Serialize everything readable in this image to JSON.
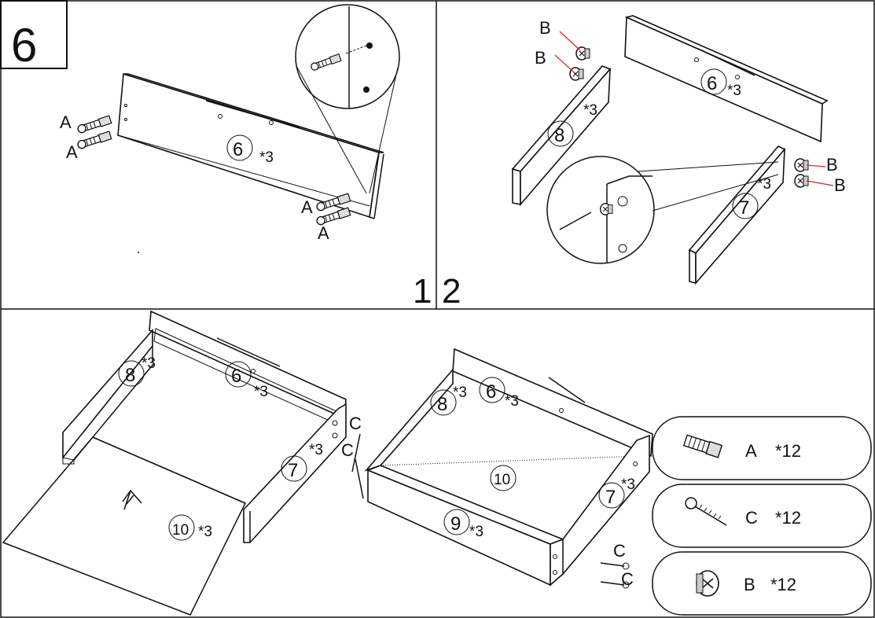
{
  "step_number": "6",
  "substeps": [
    "1",
    "2"
  ],
  "panel1": {
    "part_label": "6",
    "part_mult": "*3",
    "fittings": [
      "A",
      "A",
      "A",
      "A"
    ]
  },
  "panel2": {
    "parts": [
      {
        "label": "6",
        "mult": "*3"
      },
      {
        "label": "8",
        "mult": "*3"
      },
      {
        "label": "7",
        "mult": "*3"
      }
    ],
    "fittings": [
      "B",
      "B",
      "B",
      "B"
    ]
  },
  "panel3": {
    "left": [
      {
        "label": "8",
        "mult": "*3"
      },
      {
        "label": "6",
        "mult": "*3"
      },
      {
        "label": "7",
        "mult": "*3"
      },
      {
        "label": "10",
        "mult": "*3"
      }
    ],
    "right": [
      {
        "label": "8",
        "mult": "*3"
      },
      {
        "label": "6",
        "mult": "*3"
      },
      {
        "label": "10",
        "mult": ""
      },
      {
        "label": "7",
        "mult": "*3"
      },
      {
        "label": "9",
        "mult": "*3"
      }
    ],
    "screws": [
      "C",
      "C",
      "C",
      "C"
    ]
  },
  "legend": [
    {
      "code": "A",
      "qty": "*12",
      "icon": "dowel-icon"
    },
    {
      "code": "C",
      "qty": "*12",
      "icon": "screw-icon"
    },
    {
      "code": "B",
      "qty": "*12",
      "icon": "cam-lock-icon"
    }
  ]
}
